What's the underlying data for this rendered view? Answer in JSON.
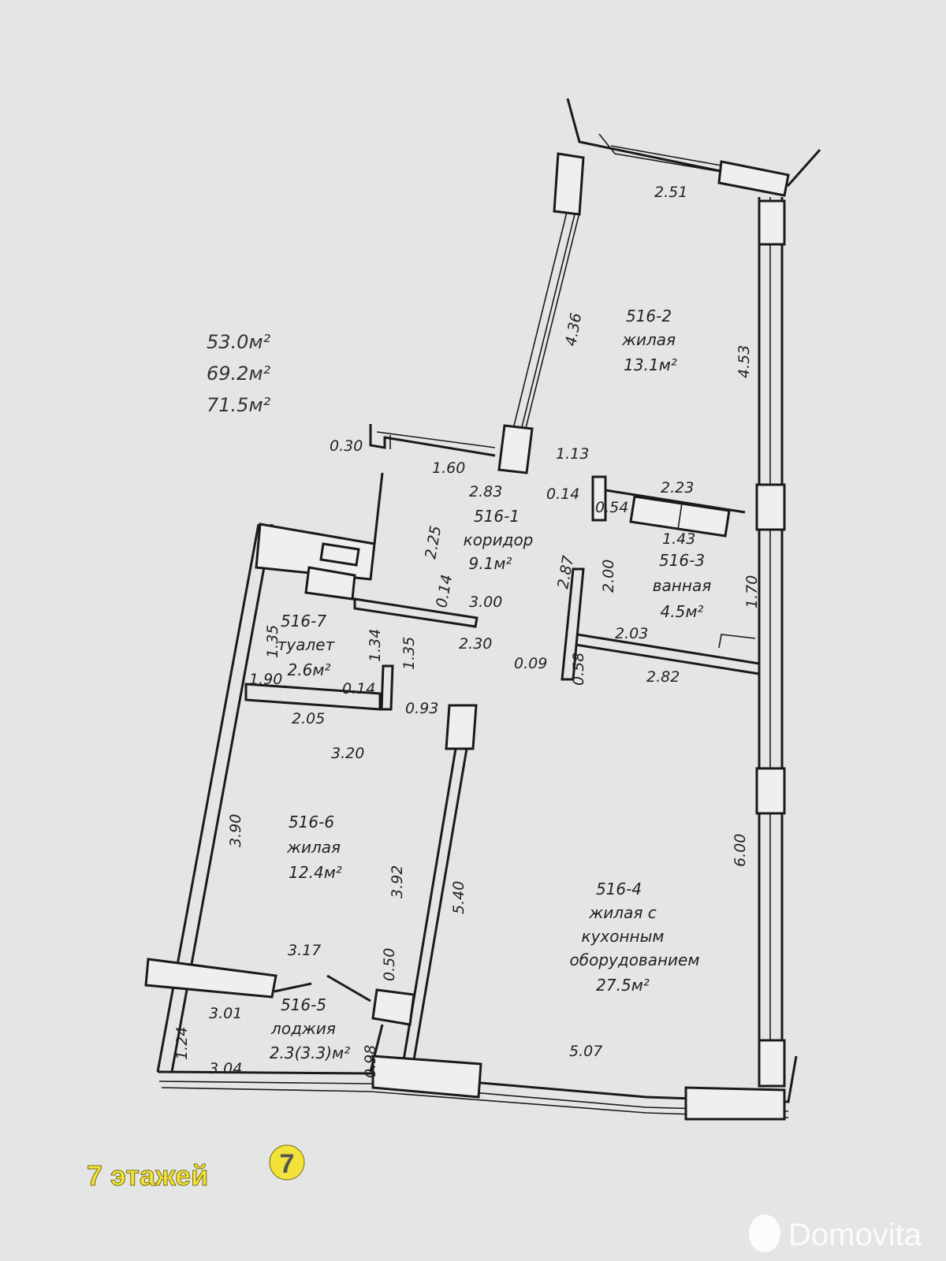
{
  "totals": [
    "53.0м²",
    "69.2м²",
    "71.5м²"
  ],
  "rooms": [
    {
      "id": "516-1",
      "name": "коридор",
      "area": "9.1м²"
    },
    {
      "id": "516-2",
      "name": "жилая",
      "area": "13.1м²"
    },
    {
      "id": "516-3",
      "name": "ванная",
      "area": "4.5м²"
    },
    {
      "id": "516-4",
      "name1": "жилая с",
      "name2": "кухонным",
      "name3": "оборудованием",
      "area": "27.5м²"
    },
    {
      "id": "516-5",
      "name": "лоджия",
      "area": "2.3(3.3)м²"
    },
    {
      "id": "516-6",
      "name": "жилая",
      "area": "12.4м²"
    },
    {
      "id": "516-7",
      "name": "туалет",
      "area": "2.6м²"
    }
  ],
  "dims": [
    "2.51",
    "4.36",
    "4.53",
    "0.30",
    "1.60",
    "1.13",
    "2.83",
    "0.14",
    "0.54",
    "2.23",
    "1.43",
    "2.25",
    "0.14",
    "3.00",
    "2.30",
    "2.87",
    "2.00",
    "1.70",
    "2.03",
    "0.09",
    "0.58",
    "2.82",
    "1.35",
    "1.34",
    "1.35",
    "1.90",
    "0.14",
    "0.93",
    "2.05",
    "3.20",
    "3.90",
    "3.92",
    "5.40",
    "6.00",
    "3.17",
    "0.50",
    "3.01",
    "1.24",
    "3.04",
    "0.98",
    "5.07"
  ],
  "badge": {
    "text": "7 этажей",
    "icon_text": "7",
    "color": "#f2e23a"
  },
  "watermark": "Domovita"
}
